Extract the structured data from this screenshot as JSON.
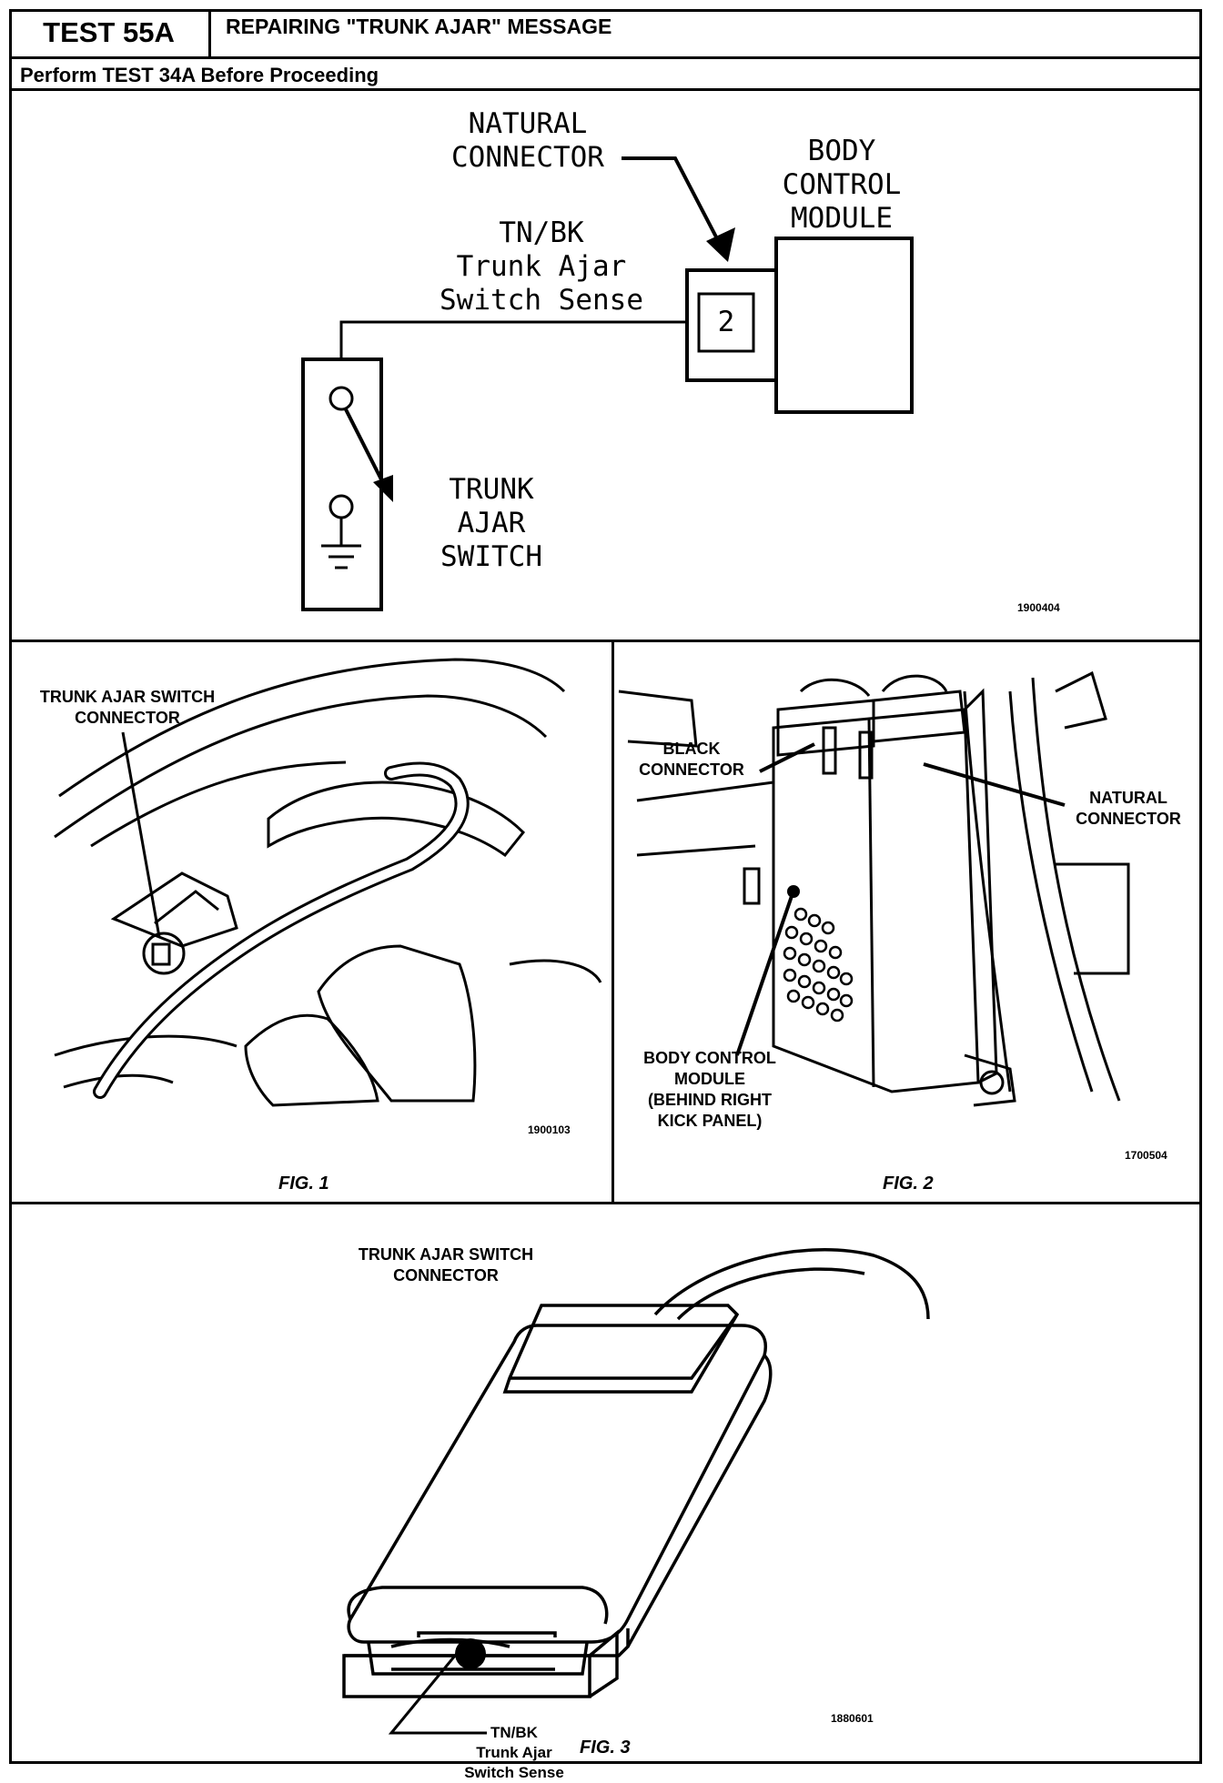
{
  "header": {
    "test_id": "TEST 55A",
    "title": "REPAIRING \"TRUNK AJAR\" MESSAGE",
    "prerequisite": "Perform TEST 34A Before Proceeding"
  },
  "schematic": {
    "natural_connector_label": [
      "NATURAL",
      "CONNECTOR"
    ],
    "bcm_label": [
      "BODY",
      "CONTROL",
      "MODULE"
    ],
    "wire_label": [
      "TN/BK",
      "Trunk Ajar",
      "Switch Sense"
    ],
    "pin_number": "2",
    "switch_label": [
      "TRUNK",
      "AJAR",
      "SWITCH"
    ],
    "image_code": "1900404"
  },
  "fig1": {
    "label": [
      "TRUNK AJAR SWITCH",
      "CONNECTOR"
    ],
    "image_code": "1900103",
    "caption": "FIG. 1"
  },
  "fig2": {
    "black_connector_label": [
      "BLACK",
      "CONNECTOR"
    ],
    "natural_connector_label": [
      "NATURAL",
      "CONNECTOR"
    ],
    "bcm_label": [
      "BODY CONTROL",
      "MODULE",
      "(BEHIND RIGHT",
      "KICK PANEL)"
    ],
    "image_code": "1700504",
    "caption": "FIG. 2"
  },
  "fig3": {
    "connector_label": [
      "TRUNK AJAR SWITCH",
      "CONNECTOR"
    ],
    "wire_label": [
      "TN/BK",
      "Trunk Ajar",
      "Switch Sense"
    ],
    "image_code": "1880601",
    "caption": "FIG. 3"
  }
}
